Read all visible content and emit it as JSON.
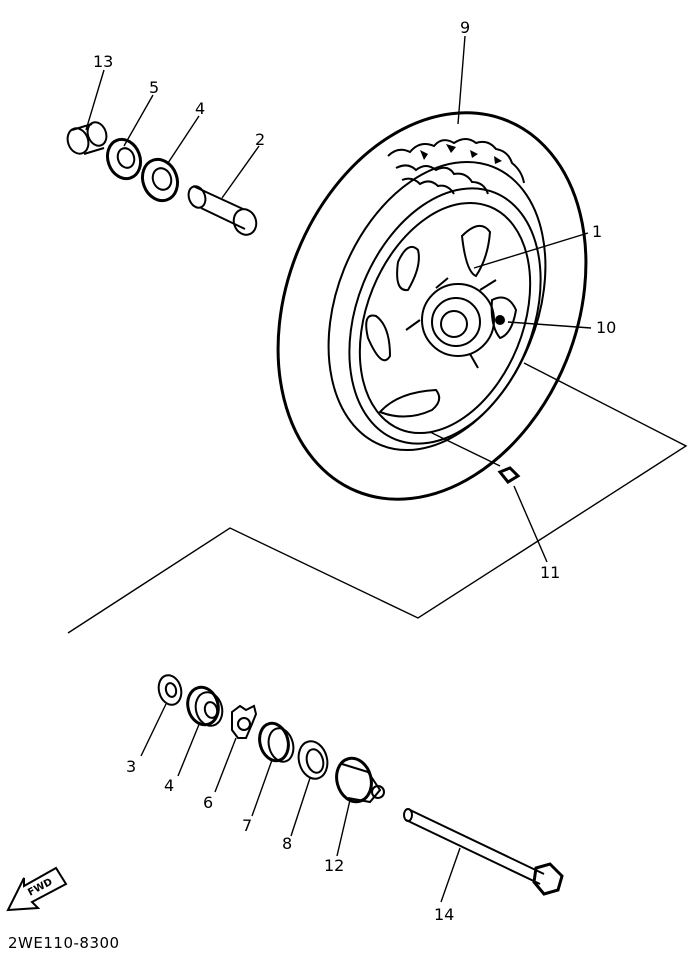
{
  "diagram": {
    "code": "2WE110-8300",
    "find_arrow_text": "FWD",
    "part_labels": [
      "1",
      "2",
      "3",
      "4",
      "4",
      "5",
      "6",
      "7",
      "8",
      "9",
      "10",
      "11",
      "12",
      "13",
      "14"
    ]
  }
}
